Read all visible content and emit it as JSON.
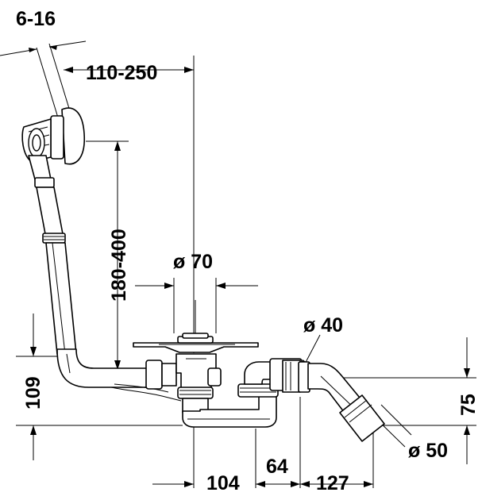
{
  "dimensions": {
    "thickness": "6-16",
    "overflow_reach": "110-250",
    "overflow_height": "180-400",
    "drain_diameter": "ø 70",
    "outlet_diameter": "ø 40",
    "trap_height_left": "109",
    "outlet_height_right": "75",
    "outlet_pipe_diameter": "ø 50",
    "dist_drain_to_trap": "104",
    "trap_width": "64",
    "trap_to_outlet": "127"
  }
}
